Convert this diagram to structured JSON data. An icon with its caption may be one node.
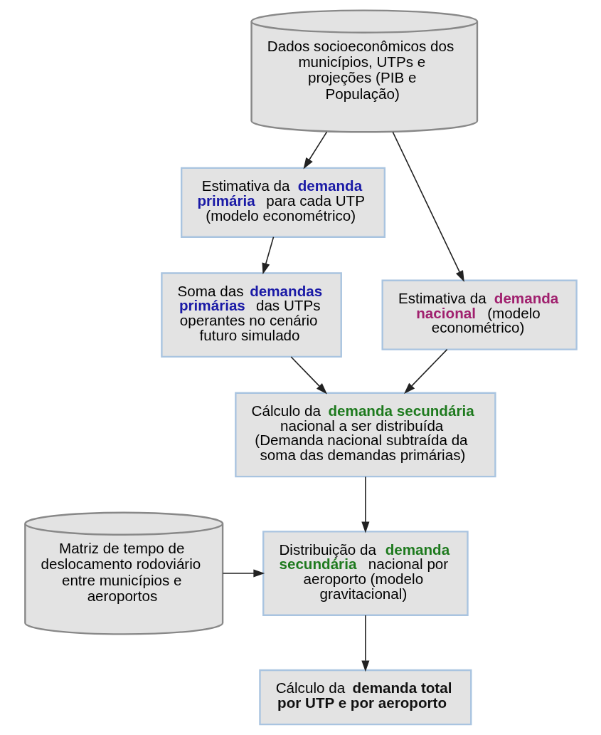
{
  "diagram": {
    "nodes": [
      {
        "text": [
          "Dados socioeconômicos dos municípios, UTPs e projeções (PIB e População)"
        ]
      },
      {
        "text": [
          "Estimativa da **demanda primária** para cada UTP (modelo econométrico)"
        ]
      },
      {
        "text": [
          "Estimativa da **demanda nacional** (modelo econométrico)"
        ]
      },
      {
        "text": [
          "Soma das **demandas primárias** das UTPs operantes no cenário futuro simulado"
        ]
      },
      {
        "text": [
          "Cálculo da **demanda secundária** nacional a ser distribuída (Demanda nacional subtraída da soma das demandas primárias)"
        ]
      },
      {
        "text": [
          "Matriz de tempo de deslocamento rodoviário entre municípios e aeroportos"
        ]
      },
      {
        "text": [
          "Distribuição da **demanda secundária** nacional por aeroporto (modelo gravitacional)"
        ]
      },
      {
        "text": [
          "Cálculo da **demanda total por UTP e por aeroporto**"
        ]
      }
    ],
    "edges": [
      {
        "from": 0,
        "to": 1,
        "arrow": "to"
      },
      {
        "from": 0,
        "to": 2,
        "arrow": "to"
      },
      {
        "from": 1,
        "to": 3,
        "arrow": "to"
      },
      {
        "from": 3,
        "to": 4,
        "arrow": "to"
      },
      {
        "from": 2,
        "to": 4,
        "arrow": "to"
      },
      {
        "from": 4,
        "to": 6,
        "arrow": "to"
      },
      {
        "from": 5,
        "to": 6,
        "arrow": "to"
      },
      {
        "from": 6,
        "to": 7,
        "arrow": "to"
      }
    ]
  }
}
